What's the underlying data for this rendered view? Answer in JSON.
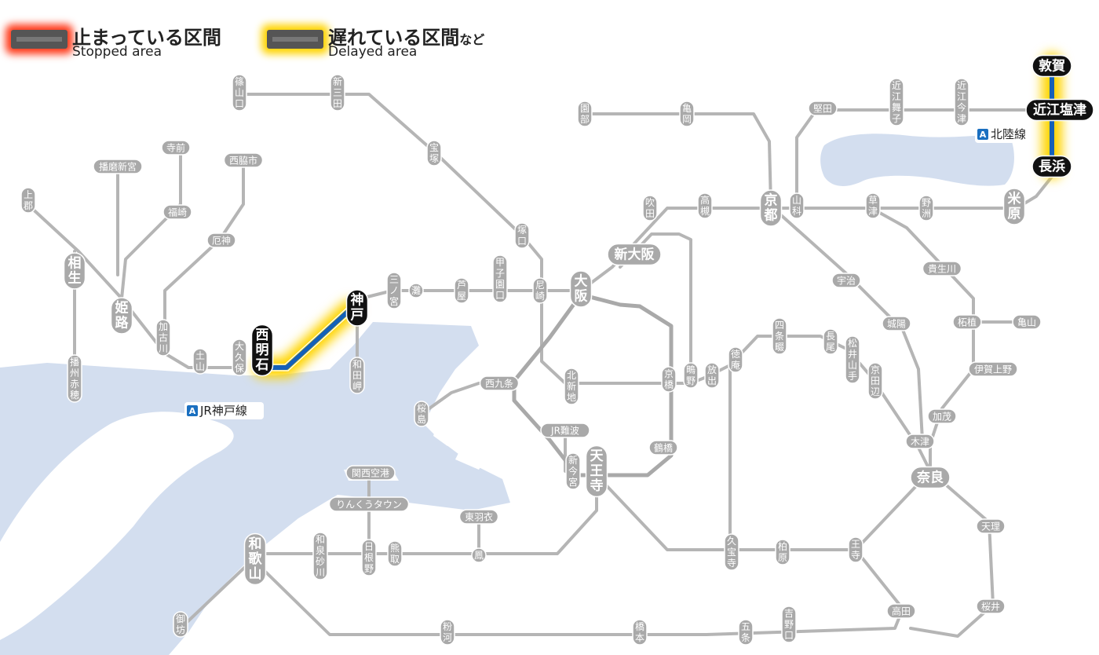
{
  "legend": {
    "stopped": {
      "ja": "止まっている区間",
      "en": "Stopped area",
      "color": "#ff3a1a"
    },
    "delayed": {
      "ja": "遅れている区間",
      "suffix": "など",
      "en": "Delayed area",
      "color": "#ffd400"
    }
  },
  "colors": {
    "sea": "#d3deef",
    "line": "#b5b5b5",
    "station_fill": "#a9a9a9",
    "affected_line": "#1560b8",
    "affected_station": "#111111",
    "glow": "#ffd400"
  },
  "line_badges": [
    {
      "letter": "A",
      "name": "JR神戸線"
    },
    {
      "letter": "A",
      "name": "北陸線"
    }
  ],
  "stations": {
    "sasayamaguchi": "篠山口",
    "shinsanda": "新三田",
    "takarazuka": "宝塚",
    "sonobe": "園部",
    "kameoka": "亀岡",
    "katata": "堅田",
    "omimaiko": "近江舞子",
    "omiimazu": "近江今津",
    "tsuruga": "敦賀",
    "omishiotsu": "近江塩津",
    "nagahama": "長浜",
    "teramae": "寺前",
    "harimashingu": "播磨新宮",
    "nishiwakishi": "西脇市",
    "kamigori": "上郡",
    "fukusaki": "福崎",
    "yakujin": "厄神",
    "aioi": "相生",
    "himeji": "姫路",
    "kakogawa": "加古川",
    "banshuako": "播州赤穂",
    "doyama": "土山",
    "okubo": "大久保",
    "nishiakashi": "西明石",
    "kobe": "神戸",
    "wadamisaki": "和田岬",
    "sannomiya": "三ノ宮",
    "nada": "灘",
    "ashiya": "芦屋",
    "koshienguchi": "甲子園口",
    "amagasaki": "尼崎",
    "tsukaguchi": "塚口",
    "osaka": "大阪",
    "shinosaka": "新大阪",
    "suita": "吹田",
    "takatsuki": "高槻",
    "kyoto": "京都",
    "yamashina": "山科",
    "kusatsu": "草津",
    "yasu": "野洲",
    "maibara": "米原",
    "uji": "宇治",
    "kibukawa": "貴生川",
    "joyo": "城陽",
    "tsuge": "柘植",
    "kameyama": "亀山",
    "igaueno": "伊賀上野",
    "kamo": "加茂",
    "kizu": "木津",
    "nara": "奈良",
    "tenri": "天理",
    "sakurai": "桜井",
    "nishikujo": "西九条",
    "sakurajima": "桜島",
    "kitashinchi": "北新地",
    "kyobashi": "京橋",
    "shigino": "鴫野",
    "hanaten": "放出",
    "shijonawate": "四条畷",
    "tokuan": "徳庵",
    "nagao": "長尾",
    "matsuiyamate": "松井山手",
    "kyotanabe": "京田辺",
    "jrnamba": "JR難波",
    "shinimamiya": "新今宮",
    "tennoji": "天王寺",
    "tsuruhashi": "鶴橋",
    "kansaiairport": "関西空港",
    "rinkutown": "りんくうタウン",
    "higashihagoromo": "東羽衣",
    "otori": "鳳",
    "kumatori": "熊取",
    "hineno": "日根野",
    "izumisunagawa": "和泉砂川",
    "wakayama": "和歌山",
    "gobo": "御坊",
    "kokawa": "粉河",
    "hashimoto": "橋本",
    "gojo": "五条",
    "yoshinoguchi": "吉野口",
    "takada": "高田",
    "oji": "王寺",
    "kashiwara": "柏原",
    "kyuhoji": "久宝寺"
  }
}
